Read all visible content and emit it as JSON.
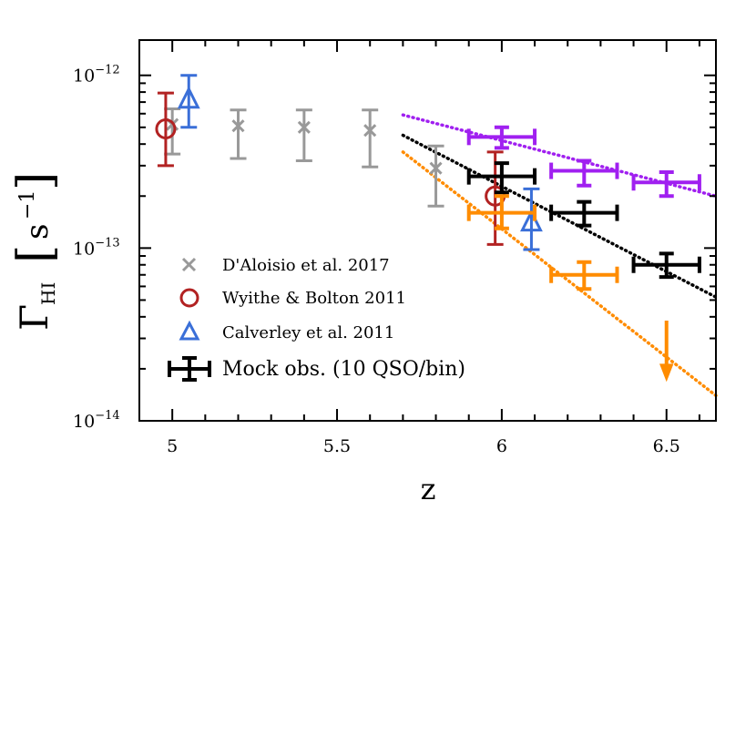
{
  "chart_data": {
    "type": "scatter",
    "title": "",
    "xlabel": "z",
    "ylabel_main": "Γ",
    "ylabel_sub": "HI",
    "ylabel_unit_base": "s",
    "ylabel_unit_exp": "−1",
    "xlim": [
      4.9,
      6.65
    ],
    "ylim": [
      1e-14,
      1.6e-12
    ],
    "yscale": "log",
    "grid": false,
    "legend_position": "left-center",
    "x_ticks": [
      {
        "value": 5,
        "label": "5"
      },
      {
        "value": 5.5,
        "label": "5.5"
      },
      {
        "value": 6,
        "label": "6"
      },
      {
        "value": 6.5,
        "label": "6.5"
      }
    ],
    "y_ticks": [
      {
        "value": 1e-12,
        "base": "10",
        "exp": "−12"
      },
      {
        "value": 1e-13,
        "base": "10",
        "exp": "−13"
      },
      {
        "value": 1e-14,
        "base": "10",
        "exp": "−14"
      }
    ],
    "colors": {
      "daloisio": "#999999",
      "wyithe": "#b22222",
      "calverley": "#3a6fd8",
      "black": "#000000",
      "purple": "#a020f0",
      "orange": "#ff8c00"
    },
    "series": [
      {
        "name": "D'Aloisio et al. 2017",
        "marker": "cross",
        "color": "#999999",
        "points": [
          {
            "x": 5.0,
            "y": 5.2e-13,
            "ylo": 3.5e-13,
            "yhi": 6.4e-13
          },
          {
            "x": 5.2,
            "y": 5.1e-13,
            "ylo": 3.3e-13,
            "yhi": 6.3e-13
          },
          {
            "x": 5.4,
            "y": 5e-13,
            "ylo": 3.2e-13,
            "yhi": 6.3e-13
          },
          {
            "x": 5.6,
            "y": 4.8e-13,
            "ylo": 2.95e-13,
            "yhi": 6.3e-13
          },
          {
            "x": 5.8,
            "y": 2.9e-13,
            "ylo": 1.75e-13,
            "yhi": 3.9e-13
          }
        ]
      },
      {
        "name": "Wyithe & Bolton 2011",
        "marker": "circle",
        "color": "#b22222",
        "points": [
          {
            "x": 4.98,
            "y": 4.9e-13,
            "ylo": 3e-13,
            "yhi": 7.9e-13
          },
          {
            "x": 5.98,
            "y": 2e-13,
            "ylo": 1.05e-13,
            "yhi": 3.6e-13
          }
        ]
      },
      {
        "name": "Calverley et al. 2011",
        "marker": "triangle",
        "color": "#3a6fd8",
        "points": [
          {
            "x": 5.05,
            "y": 7.2e-13,
            "ylo": 5e-13,
            "yhi": 1e-12
          },
          {
            "x": 6.09,
            "y": 1.4e-13,
            "ylo": 9.8e-14,
            "yhi": 2.2e-13
          }
        ]
      },
      {
        "name": "Mock obs. (10 QSO/bin)",
        "marker": "errorbar",
        "color": "#000000",
        "points": [
          {
            "x": 6.0,
            "y": 2.6e-13,
            "ylo": 2.1e-13,
            "yhi": 3.1e-13,
            "xlo": 5.9,
            "xhi": 6.1
          },
          {
            "x": 6.25,
            "y": 1.6e-13,
            "ylo": 1.35e-13,
            "yhi": 1.85e-13,
            "xlo": 6.15,
            "xhi": 6.35
          },
          {
            "x": 6.5,
            "y": 8e-14,
            "ylo": 6.8e-14,
            "yhi": 9.3e-14,
            "xlo": 6.4,
            "xhi": 6.6
          }
        ]
      },
      {
        "marker": "errorbar",
        "color": "#a020f0",
        "points": [
          {
            "x": 6.0,
            "y": 4.4e-13,
            "ylo": 3.8e-13,
            "yhi": 5e-13,
            "xlo": 5.9,
            "xhi": 6.1
          },
          {
            "x": 6.25,
            "y": 2.8e-13,
            "ylo": 2.3e-13,
            "yhi": 3.2e-13,
            "xlo": 6.15,
            "xhi": 6.35
          },
          {
            "x": 6.5,
            "y": 2.4e-13,
            "ylo": 2e-13,
            "yhi": 2.75e-13,
            "xlo": 6.4,
            "xhi": 6.6
          }
        ]
      },
      {
        "marker": "errorbar",
        "color": "#ff8c00",
        "points": [
          {
            "x": 6.0,
            "y": 1.6e-13,
            "ylo": 1.3e-13,
            "yhi": 2e-13,
            "xlo": 5.9,
            "xhi": 6.1
          },
          {
            "x": 6.25,
            "y": 7e-14,
            "ylo": 5.8e-14,
            "yhi": 8.3e-14,
            "xlo": 6.15,
            "xhi": 6.35
          }
        ]
      }
    ],
    "upper_limit": {
      "x": 6.5,
      "y": 3.8e-14,
      "y_end": 1.75e-14,
      "color": "#ff8c00"
    },
    "trend_lines": [
      {
        "color": "#a020f0",
        "x": [
          5.7,
          6.65
        ],
        "y": [
          5.9e-13,
          2e-13
        ]
      },
      {
        "color": "#000000",
        "x": [
          5.7,
          6.65
        ],
        "y": [
          4.5e-13,
          5.2e-14
        ]
      },
      {
        "color": "#ff8c00",
        "x": [
          5.7,
          6.65
        ],
        "y": [
          3.6e-13,
          1.4e-14
        ]
      }
    ]
  }
}
